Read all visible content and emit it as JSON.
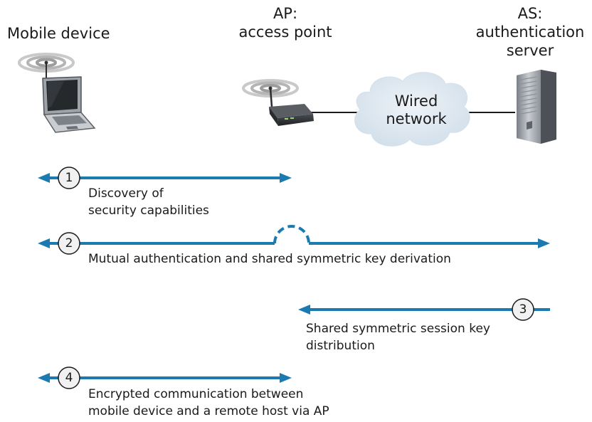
{
  "entities": {
    "mobile": {
      "label": "Mobile device"
    },
    "ap": {
      "label_line1": "AP:",
      "label_line2": "access point"
    },
    "as": {
      "label_line1": "AS:",
      "label_line2": "authentication",
      "label_line3": "server"
    },
    "network": {
      "line1": "Wired",
      "line2": "network"
    }
  },
  "steps": [
    {
      "num": "1",
      "line1": "Discovery of",
      "line2": "security capabilities"
    },
    {
      "num": "2",
      "line1": "Mutual authentication and shared symmetric key derivation"
    },
    {
      "num": "3",
      "line1": "Shared symmetric session key",
      "line2": "distribution"
    },
    {
      "num": "4",
      "line1": "Encrypted communication between",
      "line2": "mobile device and a remote host via AP"
    }
  ],
  "colors": {
    "arrow": "#1b7bb0",
    "circle_fill": "#f1f1f1",
    "cloud": "#dbe6ef"
  },
  "icons": [
    "laptop-icon",
    "wireless-signal-icon",
    "access-point-router-icon",
    "wired-network-cloud-icon",
    "server-icon"
  ]
}
